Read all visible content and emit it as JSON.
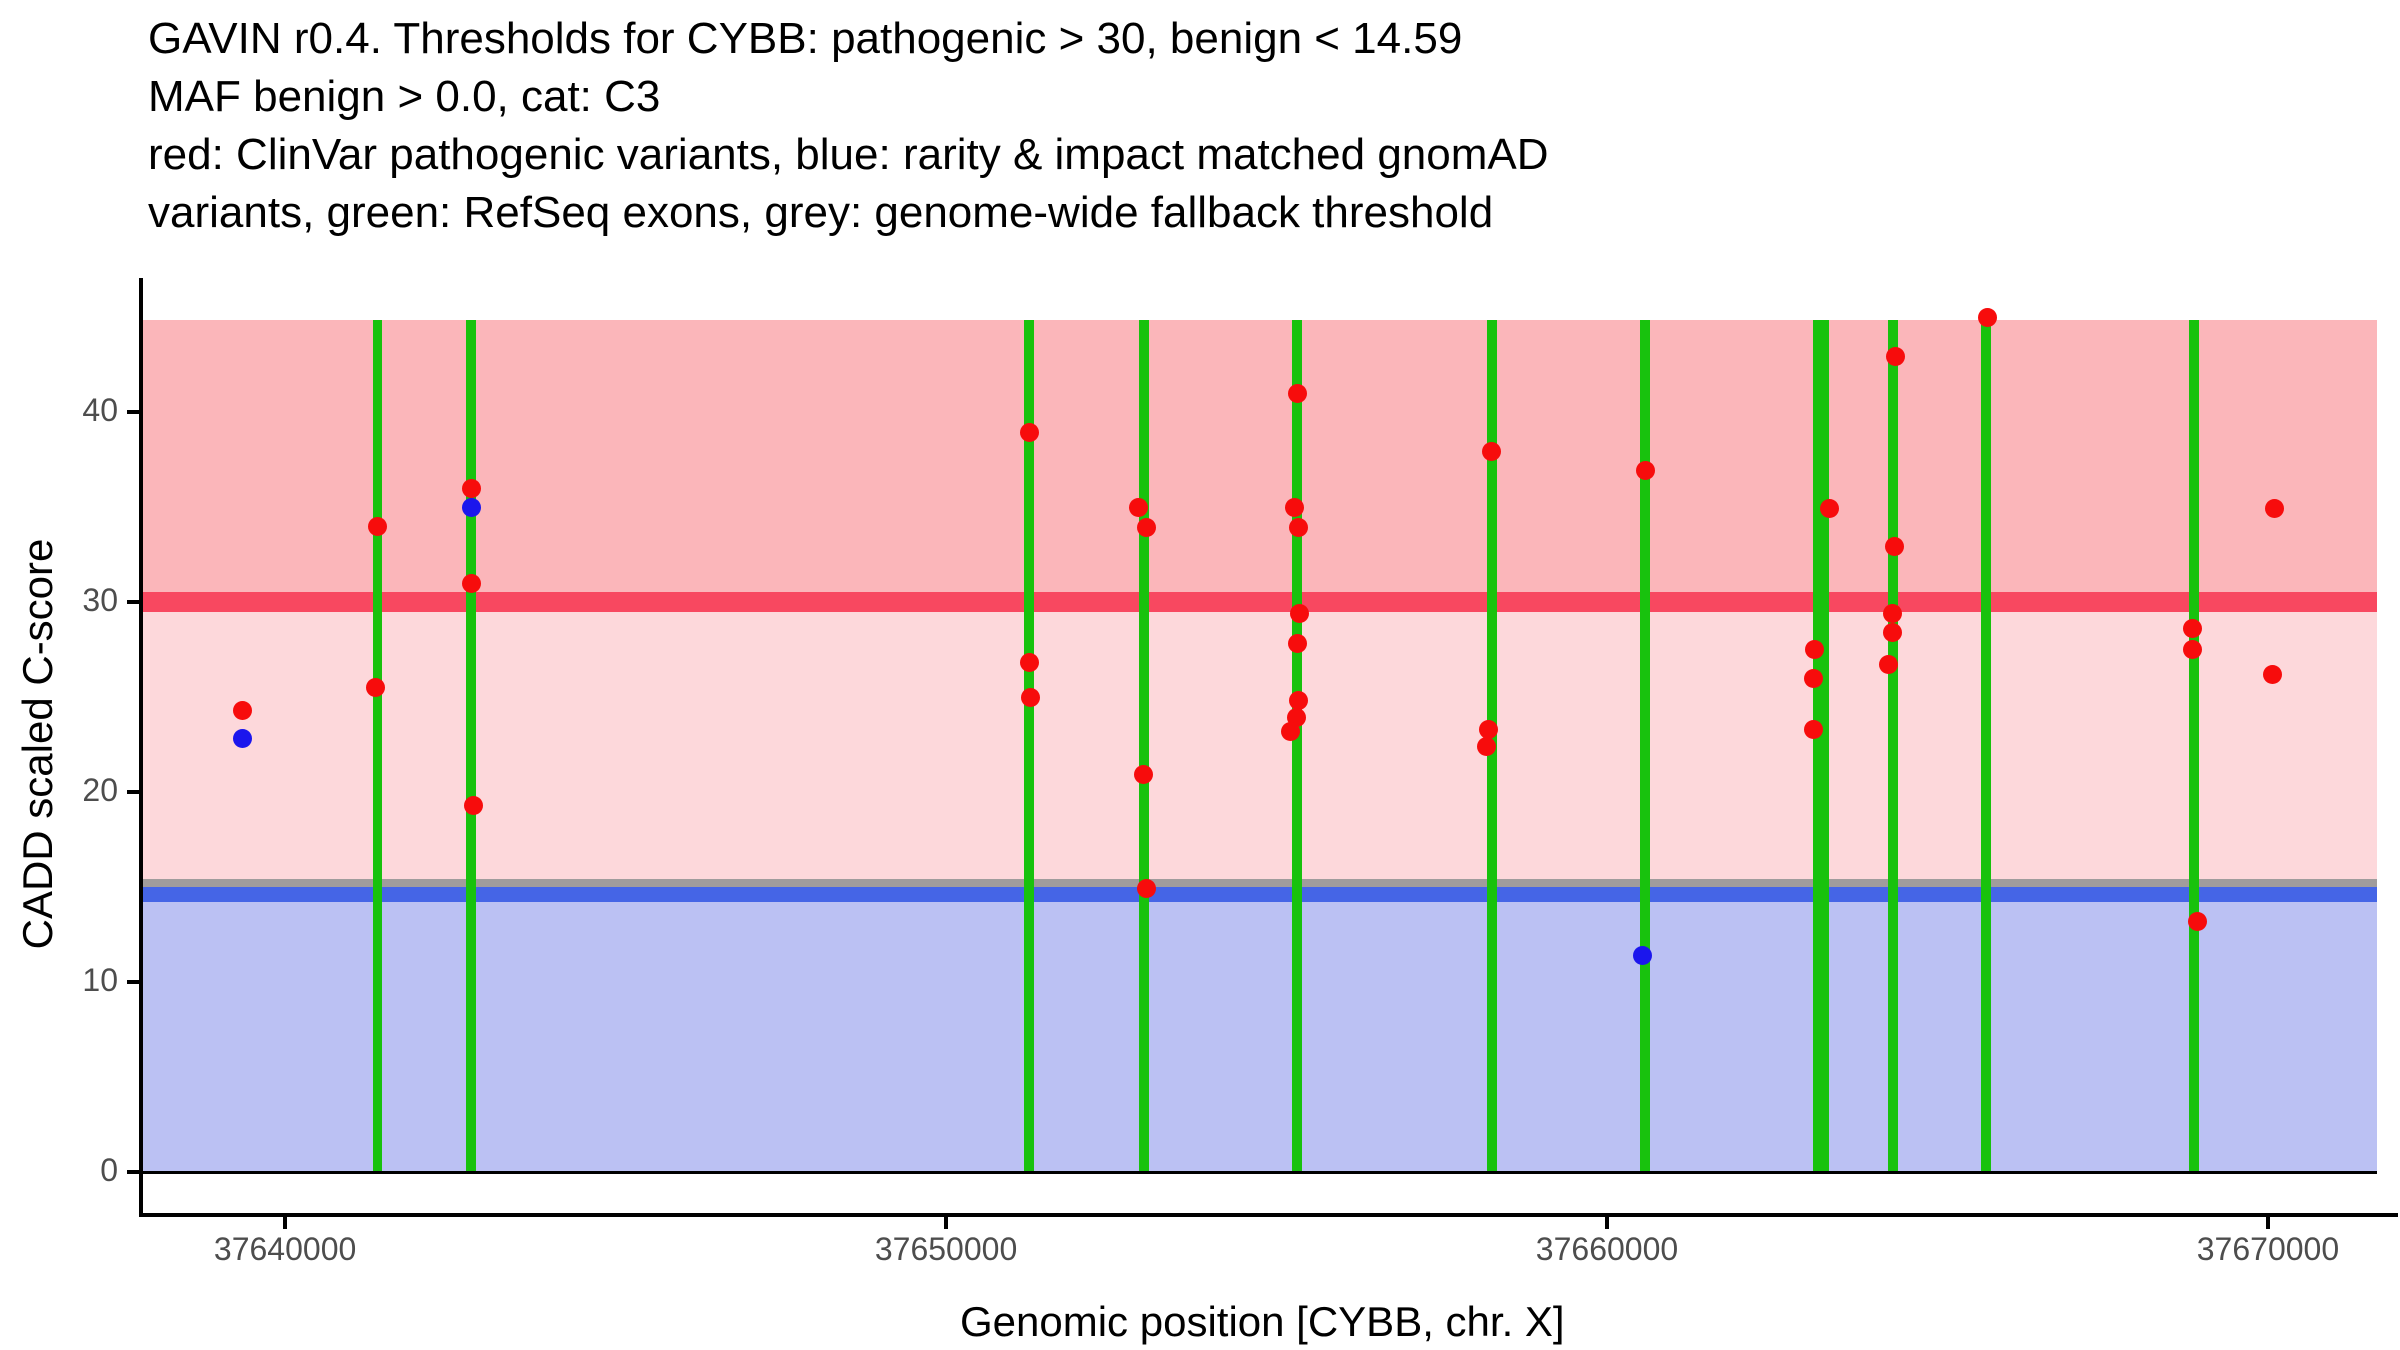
{
  "title_lines": [
    "GAVIN r0.4. Thresholds for CYBB: pathogenic > 30, benign < 14.59",
    "MAF benign > 0.0, cat: C3",
    "red: ClinVar pathogenic variants, blue: rarity & impact matched gnomAD",
    "variants, green: RefSeq exons, grey: genome-wide fallback threshold"
  ],
  "axes": {
    "x": {
      "label": "Genomic position [CYBB, chr. X]",
      "tick_values": [
        37640000,
        37650000,
        37660000,
        37670000
      ],
      "tick_labels": [
        "37640000",
        "37650000",
        "37660000",
        "37670000"
      ]
    },
    "y": {
      "label": "CADD scaled C-score",
      "tick_values": [
        0,
        10,
        20,
        30,
        40
      ],
      "tick_labels": [
        "0",
        "10",
        "20",
        "30",
        "40"
      ]
    }
  },
  "chart_data": {
    "type": "scatter",
    "title": "GAVIN r0.4. Thresholds for CYBB: pathogenic > 30, benign < 14.59; MAF benign > 0.0, cat: C3",
    "xlabel": "Genomic position [CYBB, chr. X]",
    "ylabel": "CADD scaled C-score",
    "xlim": [
      37637850,
      37671650
    ],
    "ylim": [
      -2.4,
      47.0
    ],
    "grid": false,
    "legend": "none (encoded in subtitle)",
    "thresholds": {
      "pathogenic_cadd": 30,
      "benign_cadd": 14.59,
      "genome_wide_fallback_cadd": 15
    },
    "zones": [
      {
        "name": "pathogenic-region",
        "from": 30,
        "to": 44.85
      },
      {
        "name": "vus-region",
        "from": 14.59,
        "to": 30
      },
      {
        "name": "benign-region",
        "from": 0,
        "to": 14.59
      }
    ],
    "zone_band_top": 44.85,
    "exons": [
      {
        "pos": 37641400,
        "width_bp": 140
      },
      {
        "pos": 37642814,
        "width_bp": 140
      },
      {
        "pos": 37651256,
        "width_bp": 140
      },
      {
        "pos": 37652995,
        "width_bp": 140
      },
      {
        "pos": 37655310,
        "width_bp": 150
      },
      {
        "pos": 37658260,
        "width_bp": 140
      },
      {
        "pos": 37660575,
        "width_bp": 140
      },
      {
        "pos": 37663238,
        "width_bp": 240
      },
      {
        "pos": 37664327,
        "width_bp": 140
      },
      {
        "pos": 37665734,
        "width_bp": 140
      },
      {
        "pos": 37668881,
        "width_bp": 140
      }
    ],
    "series": [
      {
        "name": "ClinVar pathogenic variants",
        "color_key": "dot_red",
        "points": [
          {
            "pos": 37639350,
            "cadd": 24.3
          },
          {
            "pos": 37641391,
            "cadd": 34.0
          },
          {
            "pos": 37641361,
            "cadd": 25.5
          },
          {
            "pos": 37642814,
            "cadd": 36.0
          },
          {
            "pos": 37642814,
            "cadd": 31.0
          },
          {
            "pos": 37642844,
            "cadd": 19.3
          },
          {
            "pos": 37651260,
            "cadd": 38.9
          },
          {
            "pos": 37651260,
            "cadd": 26.8
          },
          {
            "pos": 37651275,
            "cadd": 25.0
          },
          {
            "pos": 37652919,
            "cadd": 35.0
          },
          {
            "pos": 37653040,
            "cadd": 33.9
          },
          {
            "pos": 37652980,
            "cadd": 20.9
          },
          {
            "pos": 37653040,
            "cadd": 14.9
          },
          {
            "pos": 37655310,
            "cadd": 41.0
          },
          {
            "pos": 37655265,
            "cadd": 35.0
          },
          {
            "pos": 37655325,
            "cadd": 33.9
          },
          {
            "pos": 37655355,
            "cadd": 29.4
          },
          {
            "pos": 37655310,
            "cadd": 27.8
          },
          {
            "pos": 37655340,
            "cadd": 24.8
          },
          {
            "pos": 37655295,
            "cadd": 23.9
          },
          {
            "pos": 37655204,
            "cadd": 23.2
          },
          {
            "pos": 37658245,
            "cadd": 37.9
          },
          {
            "pos": 37658214,
            "cadd": 23.3
          },
          {
            "pos": 37658184,
            "cadd": 22.4
          },
          {
            "pos": 37660575,
            "cadd": 36.9
          },
          {
            "pos": 37663359,
            "cadd": 34.9
          },
          {
            "pos": 37663132,
            "cadd": 27.5
          },
          {
            "pos": 37663117,
            "cadd": 26.0
          },
          {
            "pos": 37663117,
            "cadd": 23.3
          },
          {
            "pos": 37664372,
            "cadd": 42.9
          },
          {
            "pos": 37664357,
            "cadd": 32.9
          },
          {
            "pos": 37664327,
            "cadd": 29.4
          },
          {
            "pos": 37664327,
            "cadd": 28.4
          },
          {
            "pos": 37664266,
            "cadd": 26.7
          },
          {
            "pos": 37665764,
            "cadd": 45.0
          },
          {
            "pos": 37668866,
            "cadd": 28.6
          },
          {
            "pos": 37668866,
            "cadd": 27.5
          },
          {
            "pos": 37668927,
            "cadd": 13.2
          },
          {
            "pos": 37670106,
            "cadd": 34.9
          },
          {
            "pos": 37670076,
            "cadd": 26.2
          }
        ]
      },
      {
        "name": "rarity & impact matched gnomAD variants",
        "color_key": "dot_blue",
        "points": [
          {
            "pos": 37639350,
            "cadd": 22.8
          },
          {
            "pos": 37642814,
            "cadd": 35.0
          },
          {
            "pos": 37660530,
            "cadd": 11.4
          }
        ]
      }
    ]
  },
  "colors": {
    "zone_pathogenic": "#FBB6BA",
    "zone_vus": "#FDD8DB",
    "zone_benign": "#BBC1F3",
    "line_pathogenic": "#F84860",
    "line_benign": "#4565E6",
    "line_fallback": "#A09C9C",
    "exon_green": "#18C20D",
    "dot_red": "#F70C0C",
    "dot_blue": "#1B16ED",
    "axis_text": "#4d4d4d",
    "axis_line": "#000000",
    "zero_line": "#000000"
  }
}
